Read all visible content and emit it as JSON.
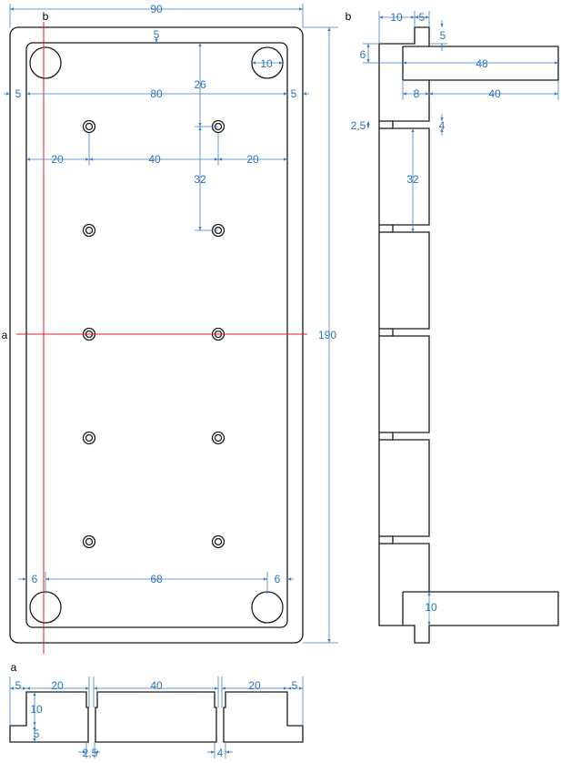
{
  "section_labels": {
    "a": "a",
    "b": "b"
  },
  "front": {
    "overall_width": "90",
    "overall_height": "190",
    "top_margin": "5",
    "left_margin": "5",
    "right_margin": "5",
    "inner_width": "80",
    "corner_hole": "10",
    "hole_row_offset": "26",
    "hole_pitch_y": "32",
    "hole_edge_left": "20",
    "hole_span": "40",
    "hole_edge_right": "20",
    "bottom_edge_left": "6",
    "bottom_span": "68",
    "bottom_edge_right": "6"
  },
  "side": {
    "top_a": "10",
    "top_b": "5",
    "top_c": "5",
    "flange_offset": "6",
    "flange_length": "48",
    "slot_depth": "8",
    "slot_length": "40",
    "slot_gap": "2,5",
    "slot_width": "4",
    "slot_pitch": "32",
    "bottom_flange": "10"
  },
  "section": {
    "edge_left": "5",
    "seg_left": "20",
    "seg_mid": "40",
    "seg_right": "20",
    "edge_right": "5",
    "height_total": "10",
    "height_step": "5",
    "gap_left": "2,5",
    "gap_right": "4"
  }
}
